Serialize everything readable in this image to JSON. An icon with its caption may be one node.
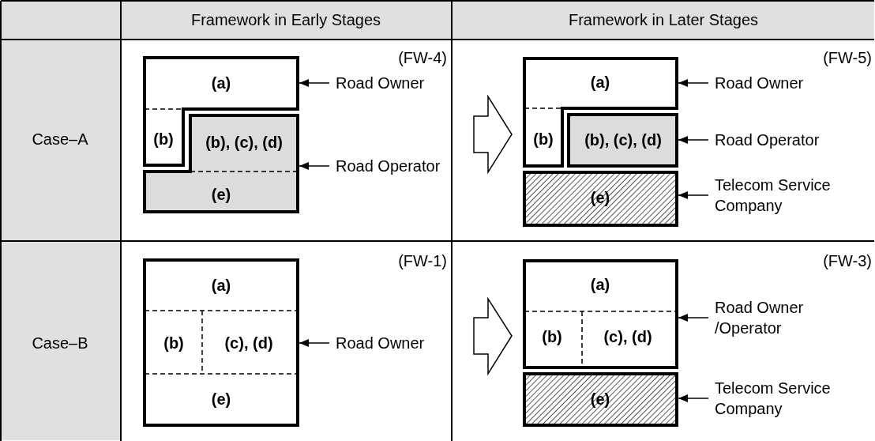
{
  "diagram": {
    "nodes": [
      {
        "text": [
          "(a)",
          "(b)"
        ]
      },
      {
        "text": [
          "(b), (c), (d)",
          "(e)"
        ]
      },
      {
        "text": [
          "Road Owner"
        ]
      },
      {
        "text": [
          "Road Operator"
        ]
      },
      {
        "text": [
          "(a)",
          "(b)"
        ]
      },
      {
        "text": [
          "(b), (c), (d)"
        ]
      },
      {
        "text": [
          "(e)"
        ]
      },
      {
        "text": [
          "Road Owner"
        ]
      },
      {
        "text": [
          "Road Operator"
        ]
      },
      {
        "text": [
          "Telecom Service Company"
        ]
      },
      {
        "text": [
          "(a)",
          "(b)",
          "(c), (d)",
          "(e)"
        ]
      },
      {
        "text": [
          "Road Owner"
        ]
      },
      {
        "text": [
          "(a)",
          "(b)",
          "(c), (d)"
        ]
      },
      {
        "text": [
          "(e)"
        ]
      },
      {
        "text": [
          "Road Owner /Operator"
        ]
      },
      {
        "text": [
          "Telecom Service Company"
        ]
      }
    ],
    "edges": [
      {
        "from": 2,
        "to": 0,
        "arrow": "to"
      },
      {
        "from": 3,
        "to": 1,
        "arrow": "to"
      },
      {
        "from": 7,
        "to": 4,
        "arrow": "to"
      },
      {
        "from": 8,
        "to": 5,
        "arrow": "to"
      },
      {
        "from": 9,
        "to": 6,
        "arrow": "to"
      },
      {
        "from": 11,
        "to": 10,
        "arrow": "to"
      },
      {
        "from": 14,
        "to": 12,
        "arrow": "to"
      },
      {
        "from": 15,
        "to": 13,
        "arrow": "to"
      }
    ],
    "labels": [
      "Framework in Early Stages",
      "Framework in Later Stages",
      "Case–A",
      "(FW-4)",
      "(FW-5)",
      "Case–B",
      "(FW-1)",
      "(FW-3)"
    ]
  }
}
